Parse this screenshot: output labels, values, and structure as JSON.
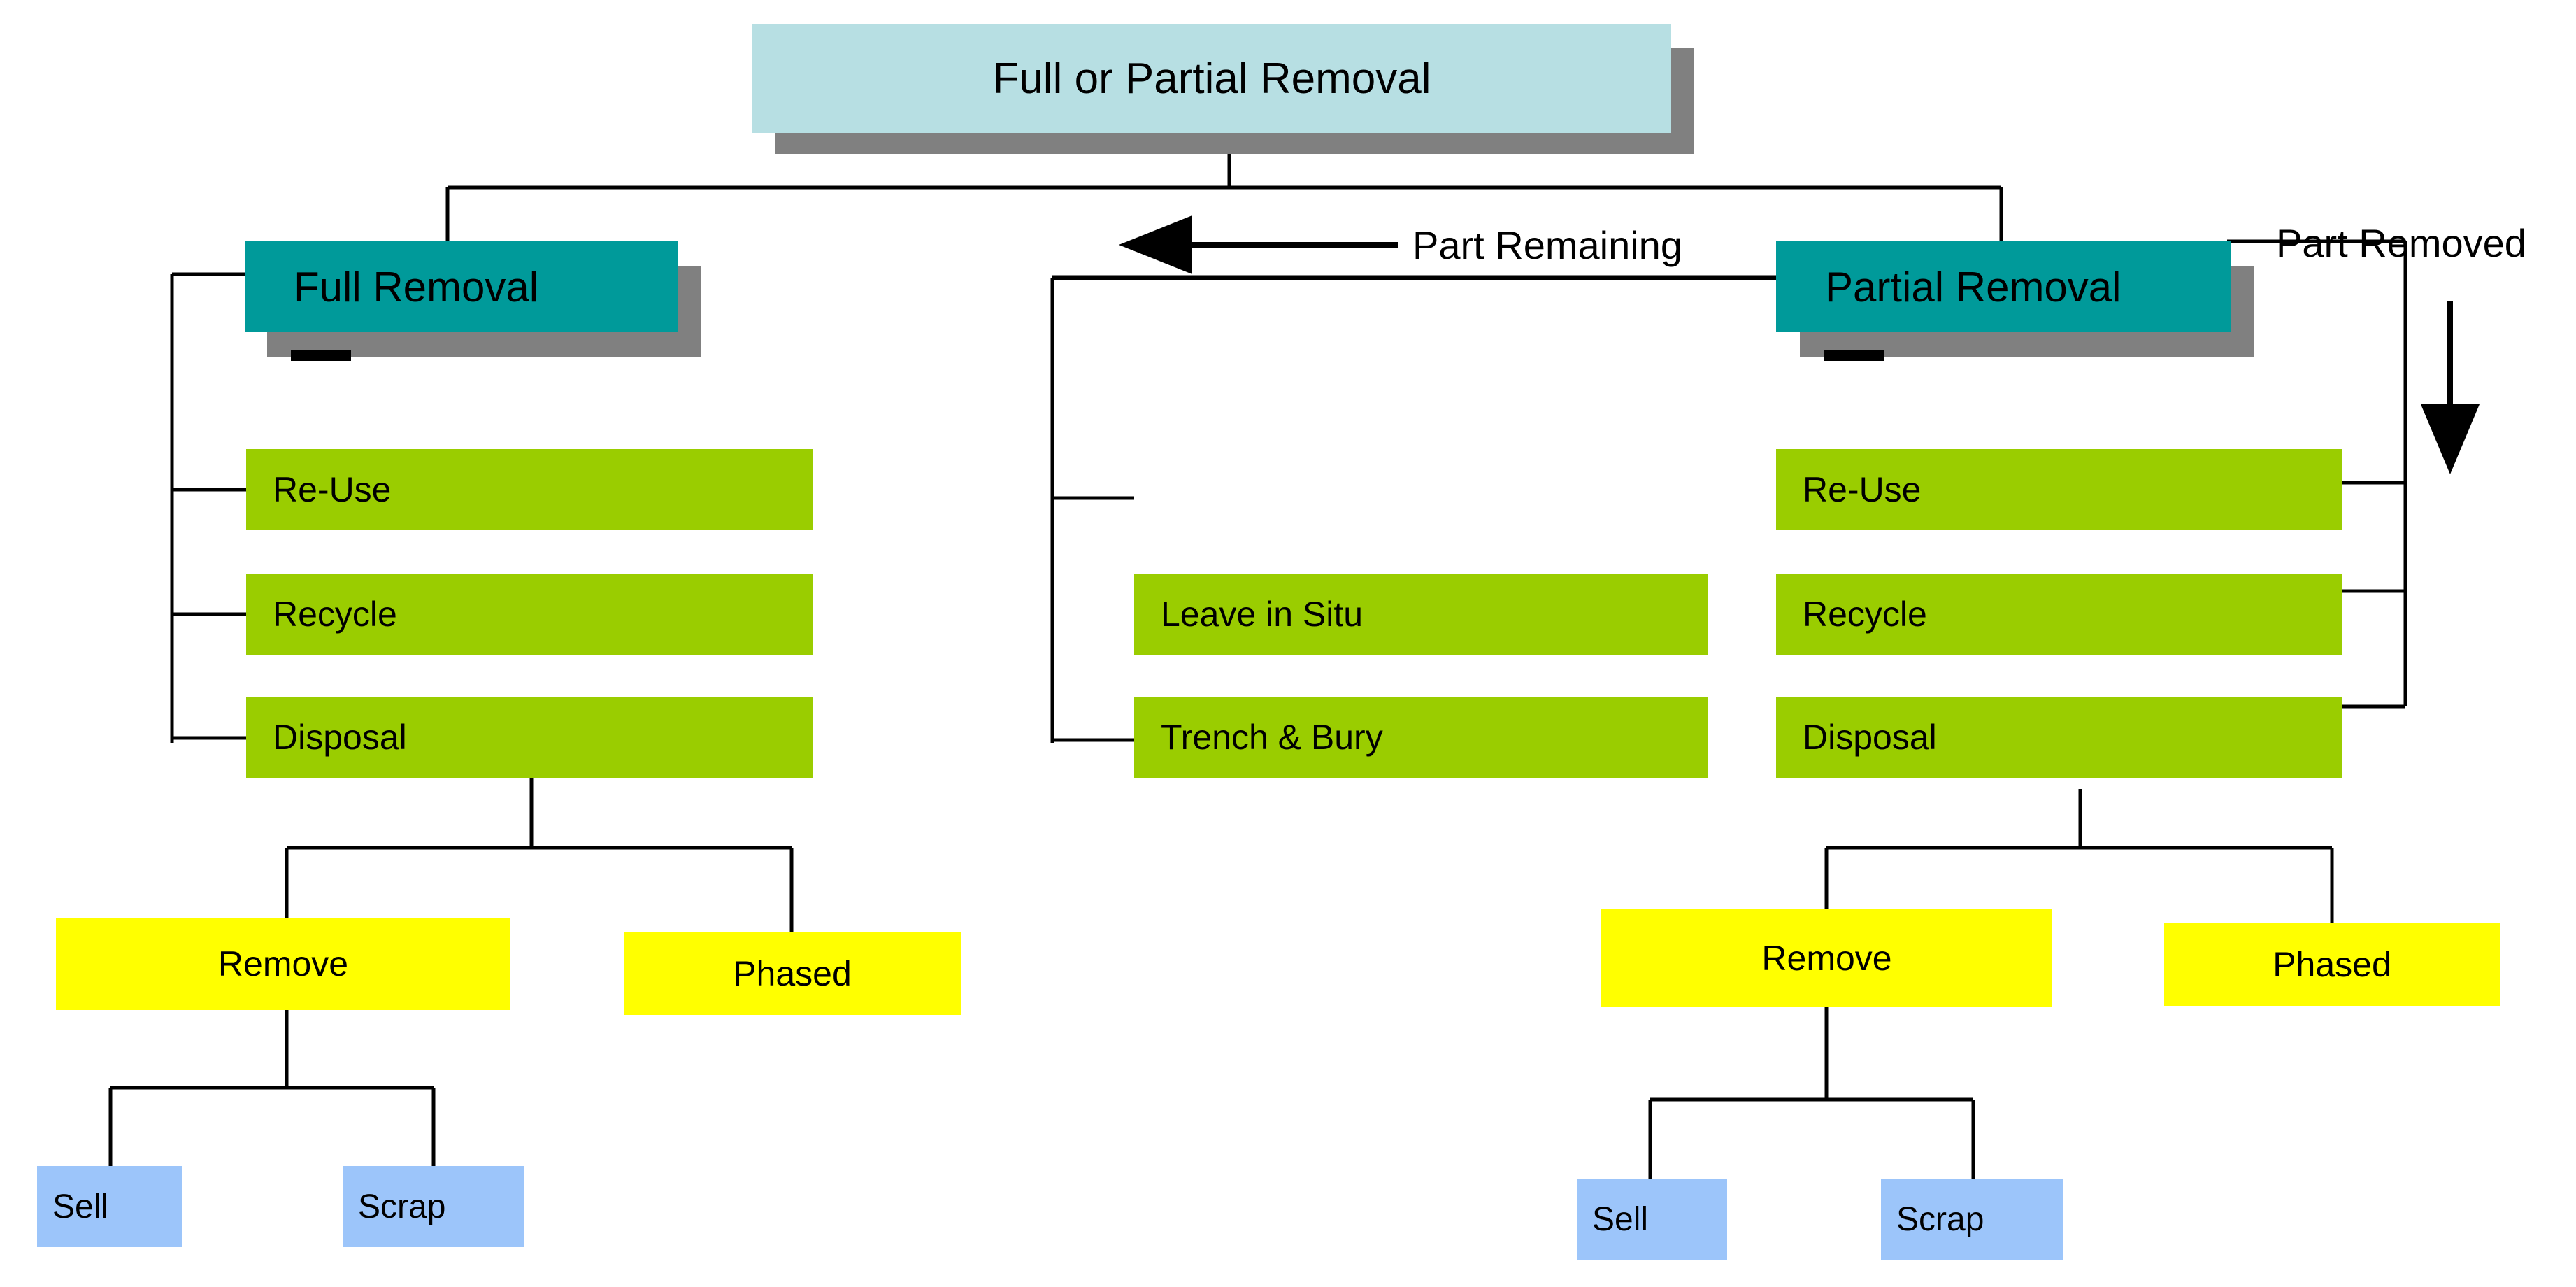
{
  "diagram": {
    "title": "Full or Partial Removal decision tree",
    "colors": {
      "root_fill": "#b7dfe3",
      "branch_fill": "#009a9a",
      "option_fill": "#9acd00",
      "action_fill": "#ffff00",
      "outcome_fill": "#9cc5fa",
      "shadow": "#808080",
      "line": "#000000"
    },
    "root": {
      "label": "Full or Partial Removal"
    },
    "branches": [
      {
        "id": "full-removal",
        "label": "Full Removal"
      },
      {
        "id": "partial-removal",
        "label": "Partial Removal"
      }
    ],
    "edge_labels": [
      {
        "id": "part-remaining",
        "label": "Part Remaining",
        "arrow": "left"
      },
      {
        "id": "part-removed",
        "label": "Part Removed",
        "arrow": "down"
      }
    ],
    "full_removal_options": [
      {
        "id": "re-use-left",
        "label": "Re-Use"
      },
      {
        "id": "recycle-left",
        "label": "Recycle"
      },
      {
        "id": "disposal-left",
        "label": "Disposal"
      }
    ],
    "part_remaining_options": [
      {
        "id": "leave-in-situ",
        "label": "Leave in Situ"
      },
      {
        "id": "trench-and-bury",
        "label": "Trench & Bury"
      }
    ],
    "partial_removal_options": [
      {
        "id": "re-use-right",
        "label": "Re-Use"
      },
      {
        "id": "recycle-right",
        "label": "Recycle"
      },
      {
        "id": "disposal-right",
        "label": "Disposal"
      }
    ],
    "left_disposal_actions": [
      {
        "id": "remove-left",
        "label": "Remove"
      },
      {
        "id": "phased-left",
        "label": "Phased"
      }
    ],
    "left_remove_outcomes": [
      {
        "id": "sell-left",
        "label": "Sell"
      },
      {
        "id": "scrap-left",
        "label": "Scrap"
      }
    ],
    "right_disposal_actions": [
      {
        "id": "remove-right",
        "label": "Remove"
      },
      {
        "id": "phased-right",
        "label": "Phased"
      }
    ],
    "right_remove_outcomes": [
      {
        "id": "sell-right",
        "label": "Sell"
      },
      {
        "id": "scrap-right",
        "label": "Scrap"
      }
    ]
  }
}
